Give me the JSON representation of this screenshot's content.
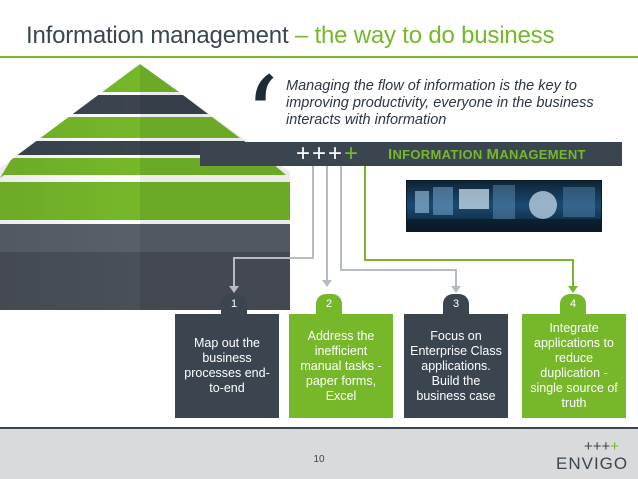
{
  "header": {
    "title_main": "Information management",
    "title_accent": "– the way to do business"
  },
  "quote": {
    "mark": "‘",
    "text": "Managing the flow of information is the key to improving productivity, everyone in the business interacts with information"
  },
  "band": {
    "pluses": "+++",
    "plus_last": "+",
    "label_first_big": "I",
    "label_first_rest": "NFORMATION ",
    "label_second_big": "M",
    "label_second_rest": "ANAGEMENT"
  },
  "steps": [
    {
      "number": "1",
      "text": "Map out the business processes end-to-end"
    },
    {
      "number": "2",
      "text": "Address the inefficient manual tasks - paper forms, Excel"
    },
    {
      "number": "3",
      "text": "Focus on Enterprise Class applications. Build the business case"
    },
    {
      "number": "4",
      "text": "Integrate applications to reduce duplication - single source of truth"
    }
  ],
  "footer": {
    "page_number": "10",
    "logo_plus": "+++",
    "logo_plus_last": "+",
    "logo_text": "ENVIGO"
  },
  "colors": {
    "green": "#76b82a",
    "dark": "#3b4550",
    "footer_bg": "#d9dadb"
  }
}
